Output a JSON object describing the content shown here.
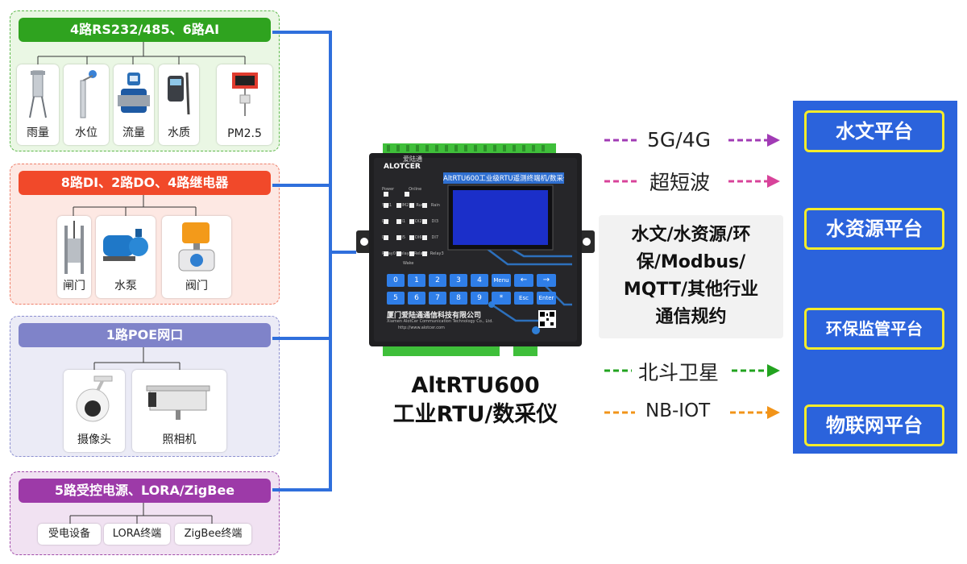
{
  "groups": [
    {
      "header": "4路RS232/485、6路AI",
      "items": [
        "雨量",
        "水位",
        "流量",
        "水质",
        "PM2.5"
      ]
    },
    {
      "header": "8路DI、2路DO、4路继电器",
      "items": [
        "闸门",
        "水泵",
        "阀门"
      ]
    },
    {
      "header": "1路POE网口",
      "items": [
        "摄像头",
        "照相机"
      ]
    },
    {
      "header": "5路受控电源、LORA/ZigBee",
      "items": [
        "受电设备",
        "LORA终端",
        "ZigBee终端"
      ]
    }
  ],
  "device": {
    "brand": "ALOTCER",
    "brand_cn": "爱陆通",
    "panel_title": "AltRTU600工业级RTU遥测终端机/数采仪",
    "leds_row1": [
      "Power",
      "Online"
    ],
    "leds_row2": [
      "SIM1",
      "SIM2",
      "Run",
      "Rain"
    ],
    "leds_row3": [
      "DI0",
      "DI1",
      "DI2",
      "DI3"
    ],
    "leds_row4": [
      "DI4",
      "DI5",
      "DI6",
      "DI7"
    ],
    "leds_row5": [
      "Relay0",
      "Relay1",
      "Relay2",
      "Relay3"
    ],
    "leds_row6": [
      "Wake"
    ],
    "keys_row1": [
      "0",
      "1",
      "2",
      "3",
      "4",
      "Menu",
      "←",
      "→"
    ],
    "keys_row2": [
      "5",
      "6",
      "7",
      "8",
      "9",
      "*",
      "Esc",
      "Enter"
    ],
    "company_cn": "厦门爱陆通通信科技有限公司",
    "company_en": "Xiamen AlotCer Communication Technology Co., Ltd.",
    "website": "http://www.alotcer.com",
    "title_line1": "AltRTU600",
    "title_line2": "工业RTU/数采仪"
  },
  "protocols": {
    "top": [
      {
        "label": "5G/4G",
        "color": "#a13bb5"
      },
      {
        "label": "超短波",
        "color": "#d8439a"
      }
    ],
    "box": [
      "水文/水资源/环",
      "保/Modbus/",
      "MQTT/其他行业",
      "通信规约"
    ],
    "bottom": [
      {
        "label": "北斗卫星",
        "color": "#22a31f"
      },
      {
        "label": "NB-IOT",
        "color": "#f29419"
      }
    ]
  },
  "platforms": [
    "水文平台",
    "水资源平台",
    "环保监管平台",
    "物联网平台"
  ],
  "colors": {
    "trunk": "#2f6fdc",
    "platform_bg": "#2b63dc",
    "platform_border": "#f4ec2a"
  }
}
